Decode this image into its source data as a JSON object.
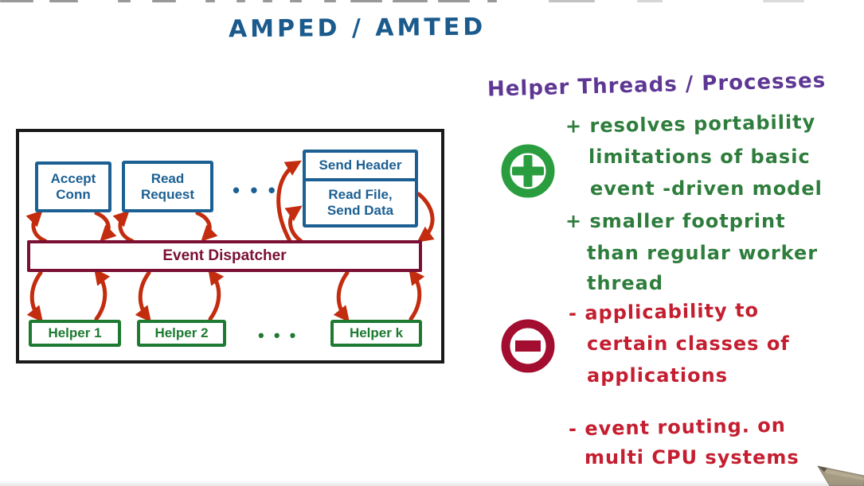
{
  "title": "AMPED / AMTED",
  "diagram": {
    "top_boxes": [
      {
        "label": "Accept Conn"
      },
      {
        "label": "Read Request"
      }
    ],
    "top_ellipsis": "• • •",
    "stacked_box": {
      "top": "Send Header",
      "bottom": "Read File, Send Data"
    },
    "dispatcher": "Event Dispatcher",
    "helpers": [
      "Helper 1",
      "Helper 2",
      "Helper k"
    ],
    "helper_ellipsis": "• • •"
  },
  "notes": {
    "heading": "Helper Threads / Processes",
    "pros_icon": "plus-circle",
    "cons_icon": "minus-circle",
    "pro_lines": [
      "+ resolves portability",
      "limitations of basic",
      "event -driven model",
      "+ smaller footprint",
      "than regular worker",
      "thread"
    ],
    "con_lines": [
      "- applicability to",
      "certain classes of",
      "applications",
      "- event routing. on",
      "multi CPU systems"
    ]
  },
  "colors": {
    "title_blue": "#1a5a8c",
    "diagram_blue": "#1c6093",
    "dispatcher_maroon": "#7a1033",
    "helper_green": "#1e7a31",
    "arrow_red": "#c32c0e",
    "note_purple": "#5e3794",
    "note_green": "#2e7d3c",
    "note_red": "#c41e30",
    "plus_icon_green": "#2a9d3f",
    "minus_icon_crimson": "#a30d2f"
  }
}
